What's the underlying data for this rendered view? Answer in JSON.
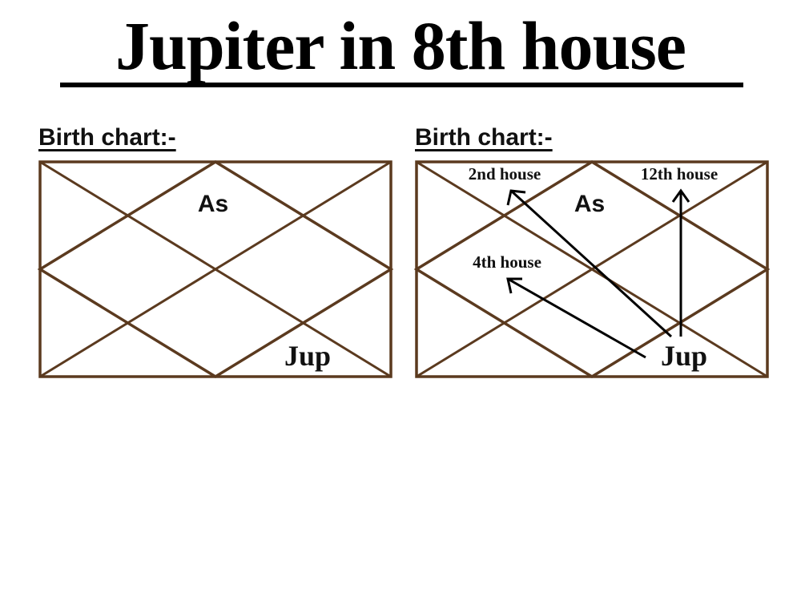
{
  "title": "Jupiter in 8th house",
  "charts": [
    {
      "heading": "Birth chart:-",
      "ascendant_label": "As",
      "planet_label": "Jup"
    },
    {
      "heading": "Birth chart:-",
      "ascendant_label": "As",
      "planet_label": "Jup",
      "aspect_labels": {
        "second": "2nd house",
        "twelfth": "12th house",
        "fourth": "4th house"
      }
    }
  ],
  "colors": {
    "chart_lines": "#5b3a1f",
    "text": "#111111",
    "arrows": "#000000"
  }
}
